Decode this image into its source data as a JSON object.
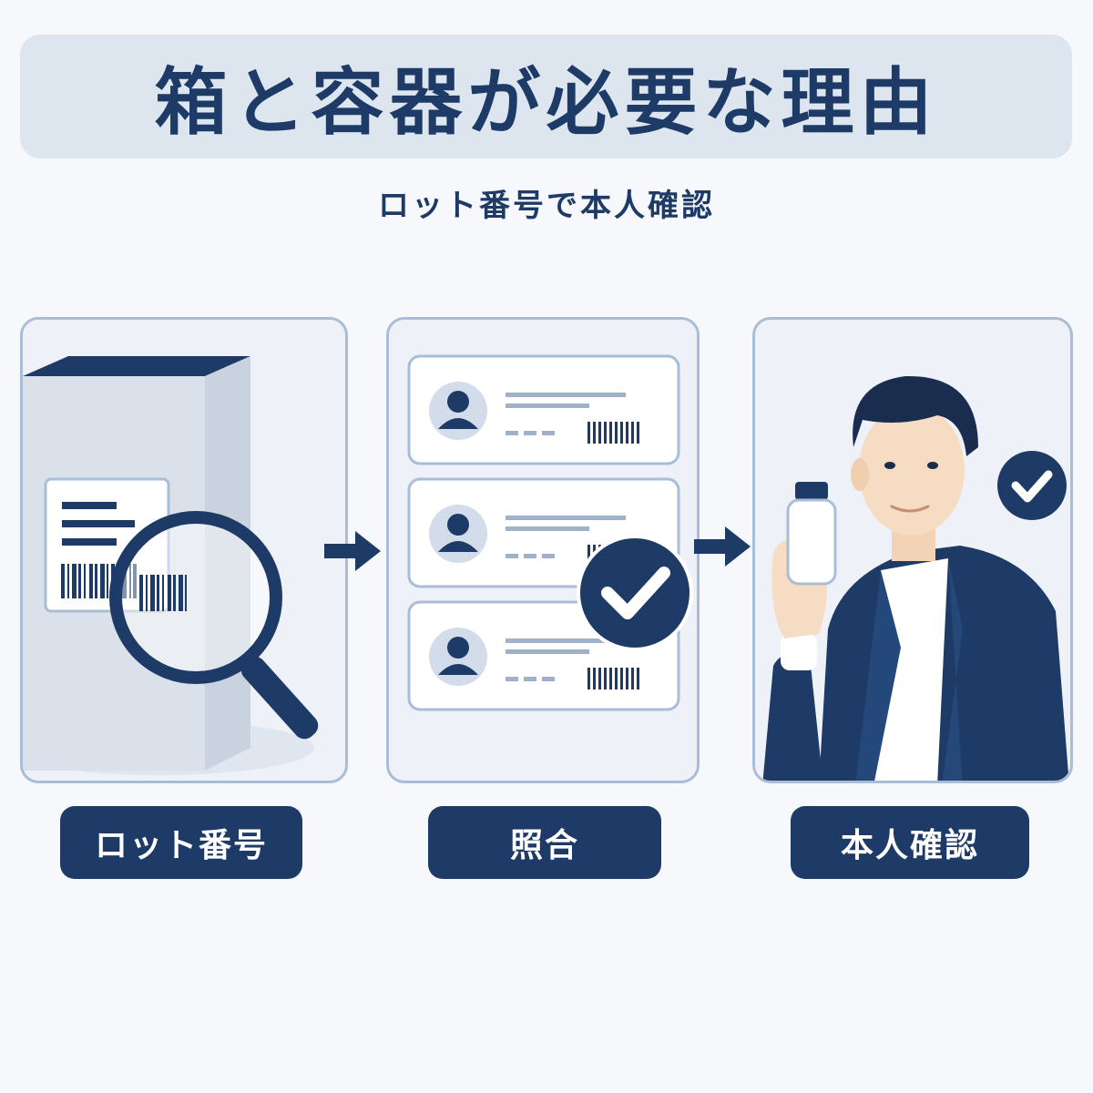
{
  "title": "箱と容器が必要な理由",
  "subtitle": "ロット番号で本人確認",
  "steps": [
    {
      "label": "ロット番号",
      "icon": "box-barcode-magnifier-icon"
    },
    {
      "label": "照合",
      "icon": "record-list-check-icon"
    },
    {
      "label": "本人確認",
      "icon": "person-holding-bottle-icon"
    }
  ],
  "colors": {
    "navy": "#1d3b66",
    "banner": "#dde5ef",
    "panel_border": "#a9bed6",
    "panel_fill": "#eef2f8",
    "background": "#f7f8fb"
  }
}
